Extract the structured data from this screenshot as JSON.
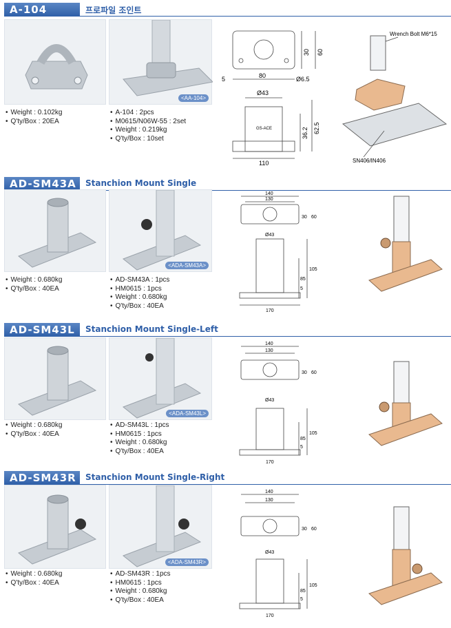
{
  "sections": [
    {
      "code": "A-104",
      "title": "프로파일 조인트",
      "caption": "<AA-104>",
      "specs_left": [
        "Weight  : 0.102kg",
        "Q'ty/Box : 20EA"
      ],
      "specs_right": [
        "A-104 : 2pcs",
        "M0615/N06W-55 : 2set",
        "Weight  : 0.219kg",
        "Q'ty/Box : 10set"
      ],
      "dims": {
        "a": "5",
        "b": "80",
        "c": "30",
        "d": "60",
        "e": "Ø6.5",
        "f": "Ø43",
        "g": "110",
        "h": "36.2",
        "i": "62.5",
        "mark": "GS-ACE"
      },
      "callouts": [
        "Wrench Bolt M6*15",
        "SN406/IN406"
      ]
    },
    {
      "code": "AD-SM43A",
      "title": "Stanchion Mount Single",
      "caption": "<ADA-SM43A>",
      "specs_left": [
        "Weight  : 0.680kg",
        "Q'ty/Box : 40EA"
      ],
      "specs_right": [
        "AD-SM43A : 1pcs",
        "HM0615 : 1pcs",
        "Weight : 0.680kg",
        "Q'ty/Box : 40EA"
      ],
      "dims": {
        "w1": "140",
        "w2": "130",
        "h1": "30",
        "h2": "60",
        "dia": "Ø43",
        "v1": "105",
        "v2": "85",
        "v3": "5",
        "base": "170"
      }
    },
    {
      "code": "AD-SM43L",
      "title": "Stanchion Mount Single-Left",
      "caption": "<ADA-SM43L>",
      "specs_left": [
        "Weight  : 0.680kg",
        "Q'ty/Box : 40EA"
      ],
      "specs_right": [
        "AD-SM43L : 1pcs",
        "HM0615 : 1pcs",
        "Weight  : 0.680kg",
        "Q'ty/Box : 40EA"
      ],
      "dims": {
        "w1": "140",
        "w2": "130",
        "h1": "30",
        "h2": "60",
        "dia": "Ø43",
        "v1": "105",
        "v2": "85",
        "v3": "5",
        "base": "170"
      }
    },
    {
      "code": "AD-SM43R",
      "title": "Stanchion Mount Single-Right",
      "caption": "<ADA-SM43R>",
      "specs_left": [
        "Weight  : 0.680kg",
        "Q'ty/Box : 40EA"
      ],
      "specs_right": [
        "AD-SM43R : 1pcs",
        "HM0615 : 1pcs",
        "Weight  : 0.680kg",
        "Q'ty/Box : 40EA"
      ],
      "dims": {
        "w1": "140",
        "w2": "130",
        "h1": "30",
        "h2": "60",
        "dia": "Ø43",
        "v1": "105",
        "v2": "85",
        "v3": "5",
        "base": "170"
      }
    }
  ],
  "colors": {
    "brand_blue": "#2f5fa8",
    "part_copper": "#e9b98f",
    "metal": "#c9ced4"
  }
}
